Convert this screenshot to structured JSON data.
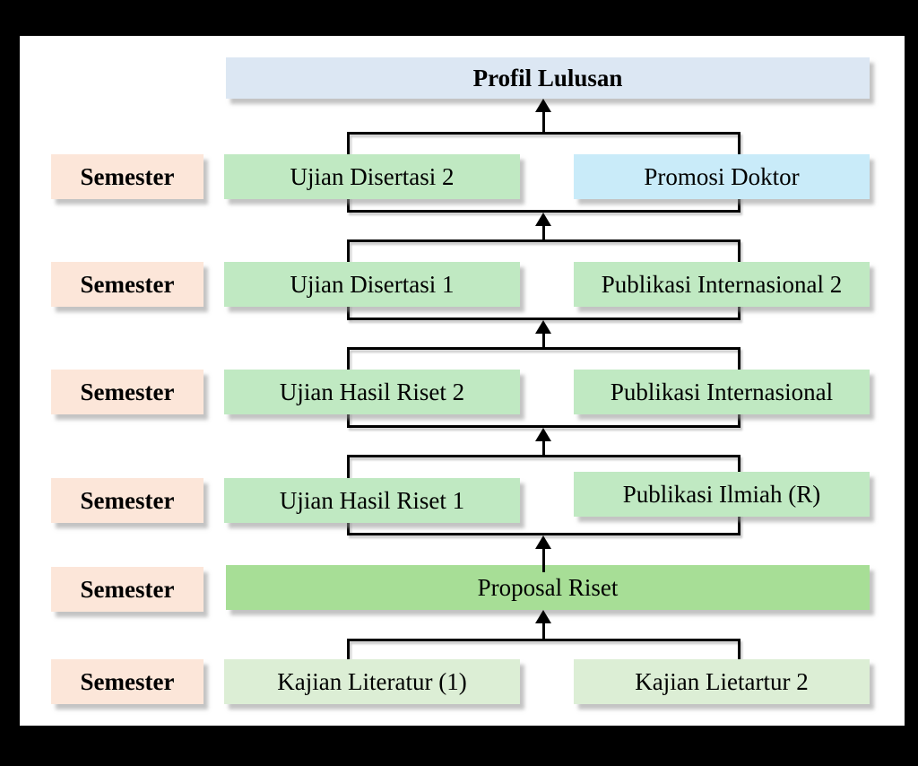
{
  "title": "Profil Lulusan",
  "colors": {
    "frame": "#000000",
    "paper": "#ffffff",
    "semester_bg": "#fce6d9",
    "title_bg": "#dce7f3",
    "green_bg": "#c0e9c2",
    "cyan_bg": "#c9ebf9",
    "dark_green_bg": "#a7de96",
    "pale_green_bg": "#dceed5",
    "connector": "#000000"
  },
  "rows": [
    {
      "semester": "Semester",
      "left": "Ujian Disertasi 2",
      "right": "Promosi Doktor"
    },
    {
      "semester": "Semester",
      "left": "Ujian Disertasi 1",
      "right": "Publikasi Internasional 2"
    },
    {
      "semester": "Semester",
      "left": "Ujian Hasil Riset 2",
      "right": "Publikasi Internasional"
    },
    {
      "semester": "Semester",
      "left": "Ujian Hasil Riset 1",
      "right": "Publikasi Ilmiah (R)"
    },
    {
      "semester": "Semester",
      "center": "Proposal Riset"
    },
    {
      "semester": "Semester",
      "left": "Kajian Literatur (1)",
      "right": "Kajian Lietartur 2"
    }
  ]
}
